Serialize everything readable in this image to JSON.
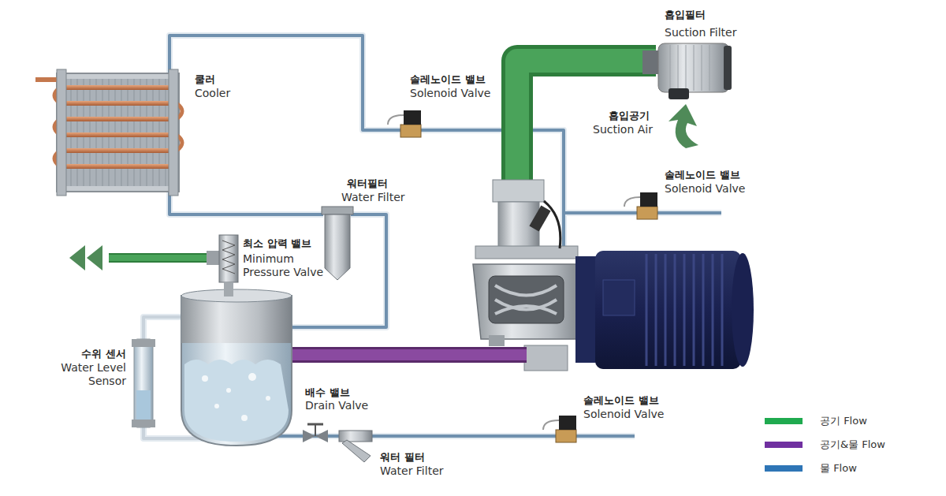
{
  "diagram": {
    "labels": [
      "흡입필터",
      "Suction Filter",
      "쿨러",
      "Cooler",
      "솔레노이드 밸브",
      "Solenoid Valve",
      "흡입공기",
      "Suction Air",
      "솔레노이드 밸브",
      "Solenoid Valve",
      "워터필터",
      "Water Filter",
      "최소 압력 밸브",
      "Minimum Pressure Valve",
      "수위 센서",
      "Water Level Sensor",
      "배수 밸브",
      "Drain Valve",
      "솔레노이드 밸브",
      "Solenoid Valve",
      "워터 필터",
      "Water Filter"
    ],
    "legend": [
      {
        "text": "공기 Flow",
        "color": "#1faa4f"
      },
      {
        "text": "공기&물 Flow",
        "color": "#7030a0"
      },
      {
        "text": "물 Flow",
        "color": "#2e75b6"
      }
    ]
  }
}
